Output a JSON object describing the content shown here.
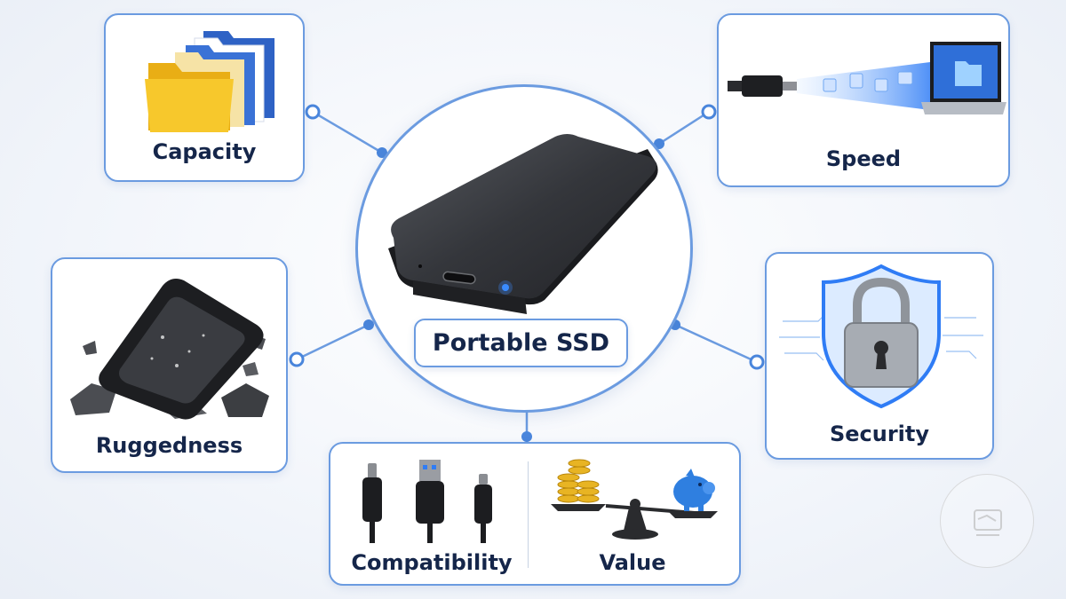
{
  "center": {
    "label": "Portable SSD"
  },
  "features": {
    "capacity": {
      "label": "Capacity",
      "icon": "file-folders-icon"
    },
    "speed": {
      "label": "Speed",
      "icon": "cable-to-laptop-data-transfer-icon"
    },
    "ruggedness": {
      "label": "Ruggedness",
      "icon": "rugged-drive-on-rocks-icon"
    },
    "security": {
      "label": "Security",
      "icon": "padlock-shield-icon"
    },
    "compatibility": {
      "label": "Compatibility",
      "icon": "usb-connectors-icon"
    },
    "value": {
      "label": "Value",
      "icon": "balance-scale-coins-piggy-bank-icon"
    }
  },
  "colors": {
    "accent": "#6b9be0",
    "node": "#4a86dc",
    "text": "#15264a",
    "folder": "#f3c02a",
    "folder_back": "#2e62c5",
    "drive": "#2c2e33",
    "led": "#3a8cff",
    "gold": "#e8b423",
    "piggy": "#2f7fe0"
  }
}
